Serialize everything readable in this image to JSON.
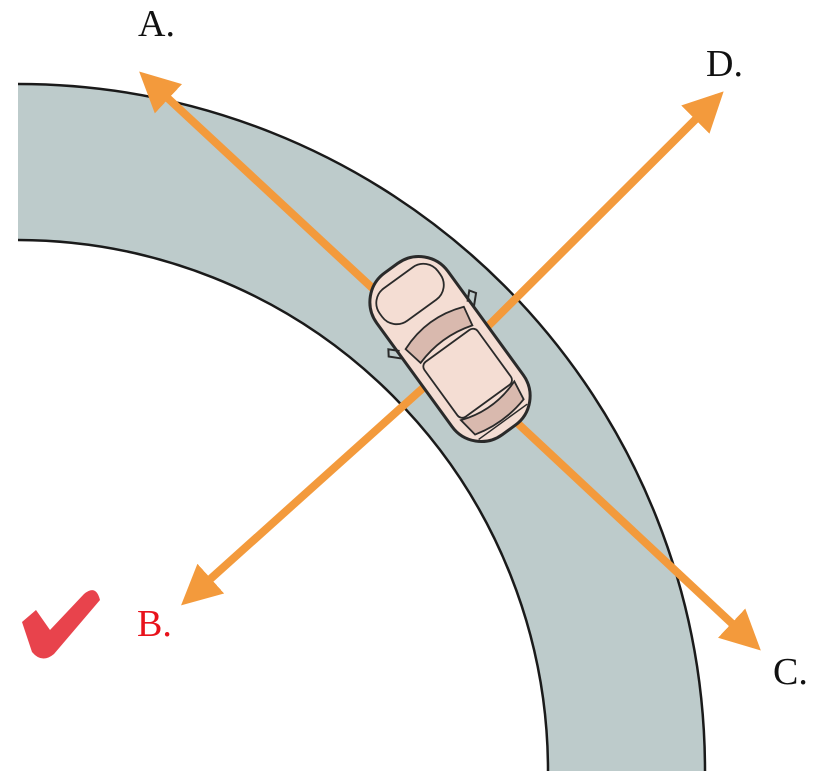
{
  "options": [
    {
      "id": "A",
      "label": "A.",
      "correct": false
    },
    {
      "id": "B",
      "label": "B.",
      "correct": true
    },
    {
      "id": "C",
      "label": "C.",
      "correct": false
    },
    {
      "id": "D",
      "label": "D.",
      "correct": false
    }
  ],
  "colors": {
    "road": "#bdcbcb",
    "road_edge": "#1a1a1a",
    "arrow": "#f39a3c",
    "label": "#111111",
    "correct_label": "#e8121b",
    "checkmark": "#e8434c",
    "car_body": "#f4ddd3",
    "car_outline": "#2a2a2a"
  },
  "icons": {
    "checkmark": "checkmark-icon",
    "car": "car-icon"
  }
}
